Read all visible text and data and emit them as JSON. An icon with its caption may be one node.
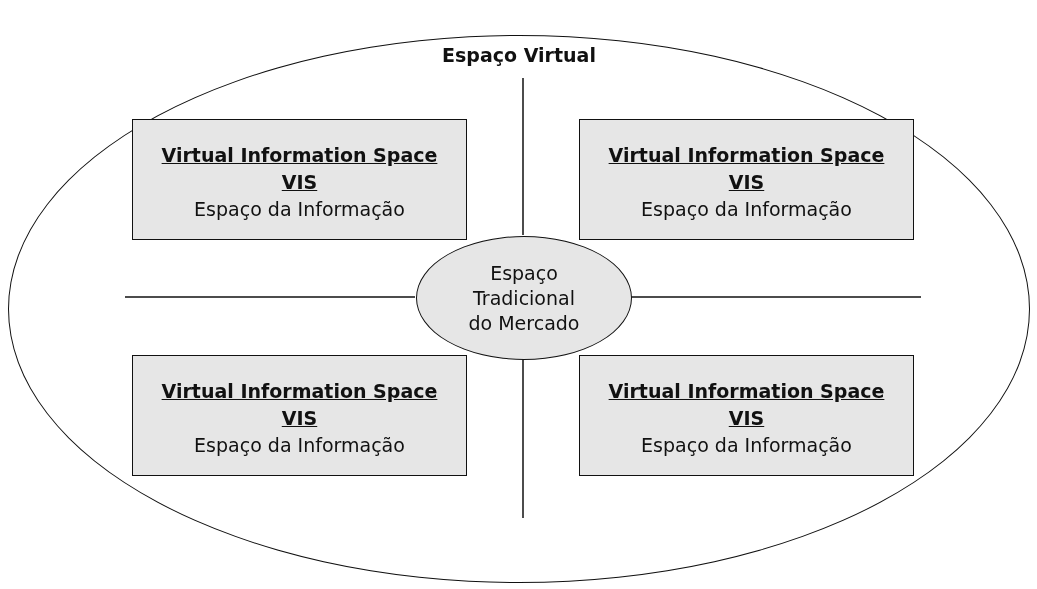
{
  "diagram": {
    "nodes": [
      {
        "text": [
          "Espaço Virtual"
        ]
      },
      {
        "text": [
          "Virtual Information Space VIS",
          "Espaço da Informação"
        ],
        "in": 0
      },
      {
        "text": [
          "Virtual Information Space VIS",
          "Espaço da Informação"
        ],
        "in": 0
      },
      {
        "text": [
          "Espaço Tradicional do Mercado"
        ],
        "in": 0
      },
      {
        "text": [
          "Virtual Information Space VIS",
          "Espaço da Informação"
        ],
        "in": 0
      },
      {
        "text": [
          "Virtual Information Space VIS",
          "Espaço da Informação"
        ],
        "in": 0
      }
    ],
    "edges": [
      {
        "from": 3,
        "to": null,
        "arrow": "none"
      },
      {
        "from": 3,
        "to": null,
        "arrow": "none"
      },
      {
        "from": 3,
        "to": null,
        "arrow": "none"
      },
      {
        "from": 3,
        "to": null,
        "arrow": "none"
      }
    ]
  }
}
